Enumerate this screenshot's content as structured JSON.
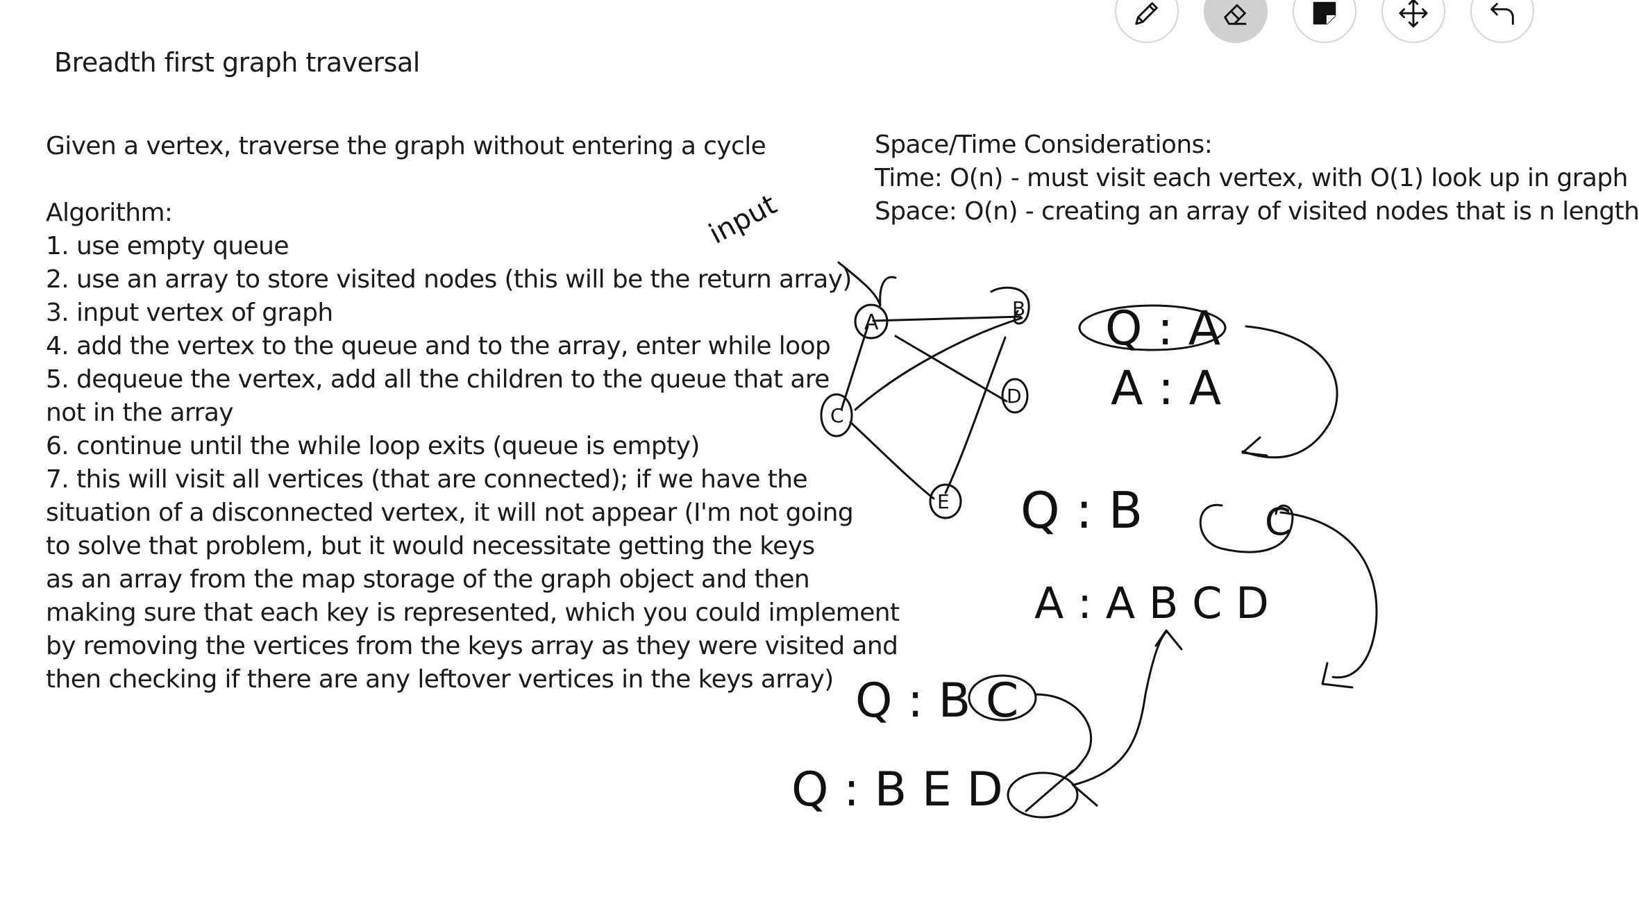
{
  "toolbar": {
    "tools": [
      {
        "name": "pen",
        "icon": "pencil-icon",
        "active": false
      },
      {
        "name": "eraser",
        "icon": "eraser-icon",
        "active": true
      },
      {
        "name": "sticky-note",
        "icon": "sticky-note-icon",
        "active": false
      },
      {
        "name": "move",
        "icon": "move-arrows-icon",
        "active": false
      },
      {
        "name": "undo",
        "icon": "undo-icon",
        "active": false
      }
    ],
    "active_color": "#d0d0d0"
  },
  "page": {
    "title": "Breadth first graph traversal"
  },
  "notes_left": {
    "lines": [
      "Given a vertex, traverse the graph without entering a cycle",
      "",
      "Algorithm:",
      "1. use empty queue",
      "2. use an array to store visited nodes (this will be the return array)",
      "3. input vertex of graph",
      "4. add the vertex to the queue and to the array, enter while loop",
      "5. dequeue the vertex, add all the children to the queue that are",
      "not in the array",
      "6. continue until the while loop exits (queue is empty)",
      "7. this will visit all vertices (that are connected); if we have the",
      "situation of a disconnected vertex, it will not appear (I'm not going",
      "to solve that problem, but it would necessitate getting the keys",
      "as an array from the map storage of the graph object and then",
      "making sure that each key is represented, which you could implement",
      "by removing the vertices from the keys array as they were visited and",
      "then checking if there are any leftover vertices in the keys array)"
    ]
  },
  "notes_right": {
    "lines": [
      "Space/Time Considerations:",
      "Time: O(n) - must visit each vertex, with O(1) look up in graph",
      "Space: O(n) - creating an array of visited nodes that is n length"
    ]
  },
  "sketch": {
    "input_label": "input",
    "nodes": [
      "A",
      "B",
      "C",
      "D",
      "E"
    ],
    "q1": "Q : A",
    "a1": "A : A",
    "q2": "Q : B",
    "q2_extra": "C",
    "a2": "A : A B C D",
    "q3": "Q : B C",
    "q4": "Q : B E D"
  }
}
